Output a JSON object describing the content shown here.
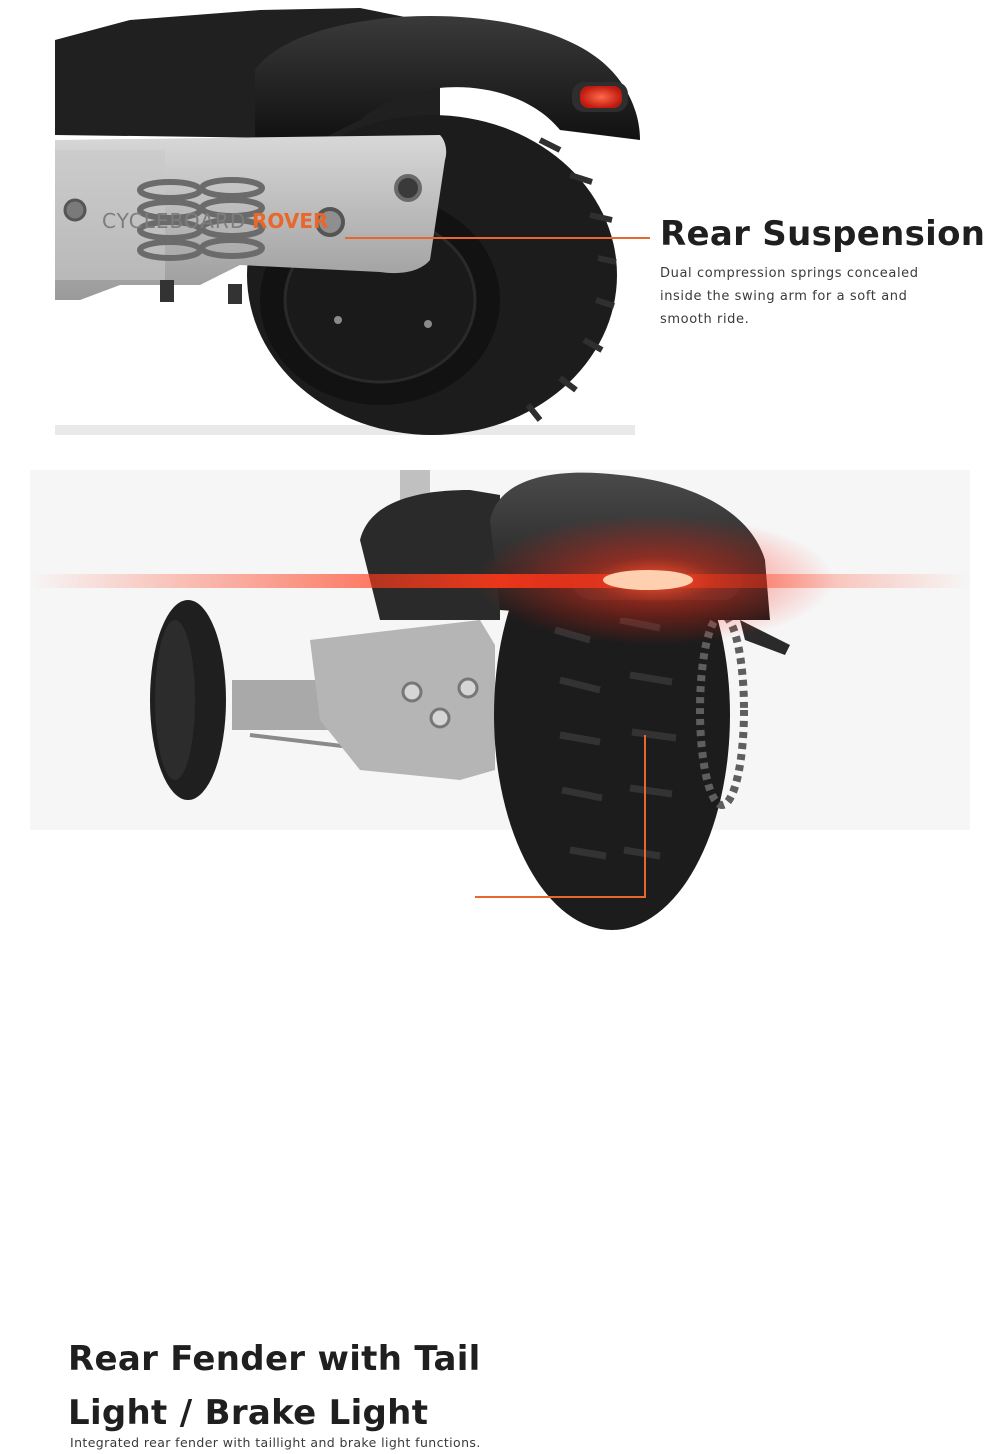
{
  "top_feature": {
    "title": "Rear Suspension",
    "description": "Dual compression springs concealed inside the swing arm for a soft and smooth ride.",
    "brand_text": "CYCLEBOARD ROVER"
  },
  "bottom_feature": {
    "title": "Rear Fender with Tail Light / Brake Light",
    "description": "Integrated rear fender with taillight and brake light functions."
  },
  "colors": {
    "accent_orange": "#e8672a",
    "tail_light_red": "#ff3a1a",
    "tire_black": "#1c1c1c",
    "fender_black": "#2a2a2a",
    "frame_silver": "#b9b9b9"
  }
}
